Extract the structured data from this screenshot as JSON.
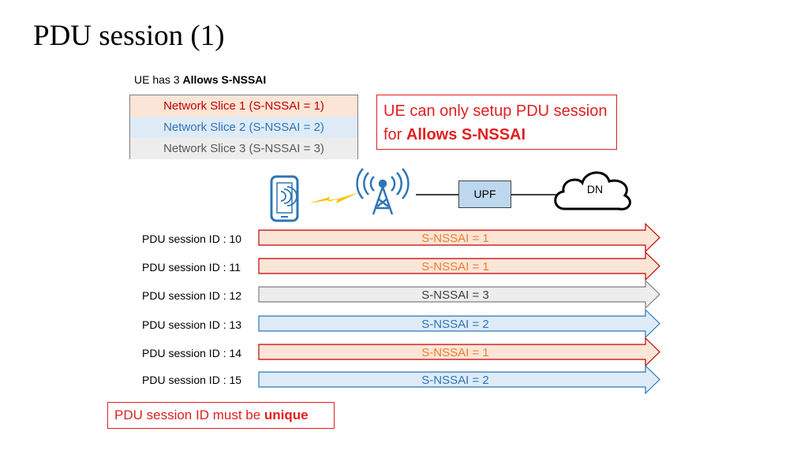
{
  "title": "PDU session (1)",
  "allows": {
    "prefix": "UE has 3 ",
    "bold": "Allows S-NSSAI"
  },
  "slices": [
    {
      "label": "Network Slice 1 (S-NSSAI = 1)",
      "fill": "#fbe5d6",
      "text_color": "#c00000"
    },
    {
      "label": "Network Slice 2 (S-NSSAI = 2)",
      "fill": "#deebf7",
      "text_color": "#2e75b6"
    },
    {
      "label": "Network Slice 3 (S-NSSAI = 3)",
      "fill": "#ededed",
      "text_color": "#595959"
    }
  ],
  "note_top": {
    "text": "UE can only setup PDU session for ",
    "bold": "Allows S-NSSAI"
  },
  "note_bottom": {
    "text": "PDU session ID must be ",
    "bold": "unique"
  },
  "network": {
    "upf": "UPF",
    "dn": "DN"
  },
  "sessions": [
    {
      "id_label": "PDU session ID : 10",
      "nssai_label": "S-NSSAI = 1",
      "slice": 1
    },
    {
      "id_label": "PDU session ID : 11",
      "nssai_label": "S-NSSAI = 1",
      "slice": 1
    },
    {
      "id_label": "PDU session ID : 12",
      "nssai_label": "S-NSSAI = 3",
      "slice": 3
    },
    {
      "id_label": "PDU session ID : 13",
      "nssai_label": "S-NSSAI = 2",
      "slice": 2
    },
    {
      "id_label": "PDU session ID : 14",
      "nssai_label": "S-NSSAI = 1",
      "slice": 1
    },
    {
      "id_label": "PDU session ID : 15",
      "nssai_label": "S-NSSAI = 2",
      "slice": 2
    }
  ],
  "arrow_styles": {
    "1": {
      "fill": "#fbe5d6",
      "stroke": "#c00000",
      "text": "#ed7d31"
    },
    "2": {
      "fill": "#deebf7",
      "stroke": "#2e75b6",
      "text": "#2e75b6"
    },
    "3": {
      "fill": "#ededed",
      "stroke": "#7f7f7f",
      "text": "#404040"
    }
  },
  "colors": {
    "icon_blue": "#2e75b6",
    "lightning": "#ffc000",
    "note_red": "#e02020"
  },
  "icons": [
    "phone-icon",
    "lightning-icon",
    "antenna-tower-icon",
    "cloud-icon"
  ]
}
